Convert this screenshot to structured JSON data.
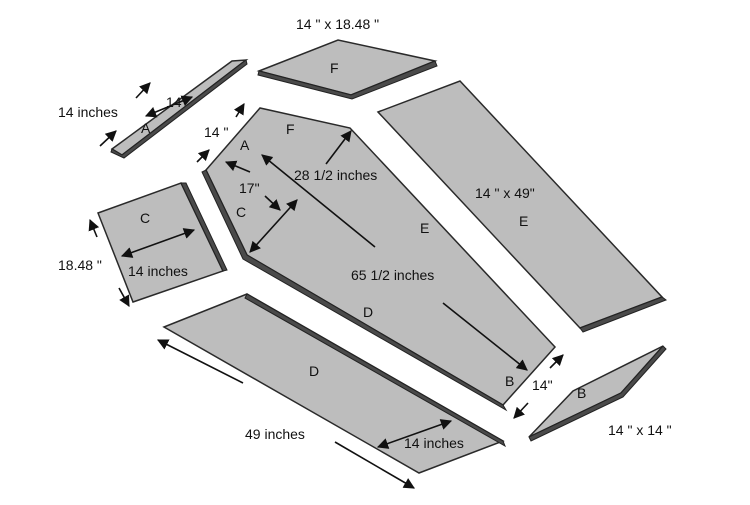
{
  "panels": {
    "a_small": {
      "letter": "A",
      "width_label": "14 \"",
      "side_label": "14 inches"
    },
    "f_small": {
      "letter": "F",
      "size_label": "14 \"  x  18.48 \""
    },
    "e_small": {
      "letter": "E",
      "size_label": "14 \" x 49\""
    },
    "c_small": {
      "letter": "C",
      "width_label": "14 inches",
      "side_label": "18.48 \""
    },
    "d_small": {
      "letter": "D",
      "length_label": "49 inches",
      "width_label": "14 inches"
    },
    "b_small": {
      "letter": "B",
      "size_label": "14 \" x 14 \""
    },
    "coffin": {
      "a_letter": "A",
      "a_dim": "14 \"",
      "f_letter": "F",
      "c_letter": "C",
      "c_dim": "17\"",
      "e_letter": "E",
      "d_letter": "D",
      "b_letter": "B",
      "b_dim": "14\"",
      "shoulder_label": "28 1/2 inches",
      "length_label": "65 1/2 inches"
    }
  }
}
